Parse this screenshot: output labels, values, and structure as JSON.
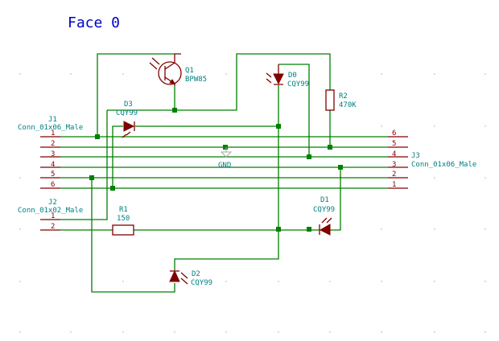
{
  "sheet_title": "Face 0",
  "colors": {
    "wire": "#008000",
    "component": "#800000",
    "label": "#008080",
    "title": "#0000c8"
  },
  "components": {
    "q1": {
      "ref": "Q1",
      "value": "BPW85"
    },
    "d0": {
      "ref": "D0",
      "value": "CQY99"
    },
    "d1": {
      "ref": "D1",
      "value": "CQY99"
    },
    "d2": {
      "ref": "D2",
      "value": "CQY99"
    },
    "d3": {
      "ref": "D3",
      "value": "CQY99"
    },
    "r1": {
      "ref": "R1",
      "value": "150"
    },
    "r2": {
      "ref": "R2",
      "value": "470K"
    },
    "j1": {
      "ref": "J1",
      "value": "Conn_01x06_Male",
      "pins": [
        "1",
        "2",
        "3",
        "4",
        "5",
        "6"
      ]
    },
    "j2": {
      "ref": "J2",
      "value": "Conn_01x02_Male",
      "pins": [
        "1",
        "2"
      ]
    },
    "j3": {
      "ref": "J3",
      "value": "Conn_01x06_Male",
      "pins": [
        "6",
        "5",
        "4",
        "3",
        "2",
        "1"
      ]
    },
    "gnd": {
      "label": "GND"
    }
  }
}
